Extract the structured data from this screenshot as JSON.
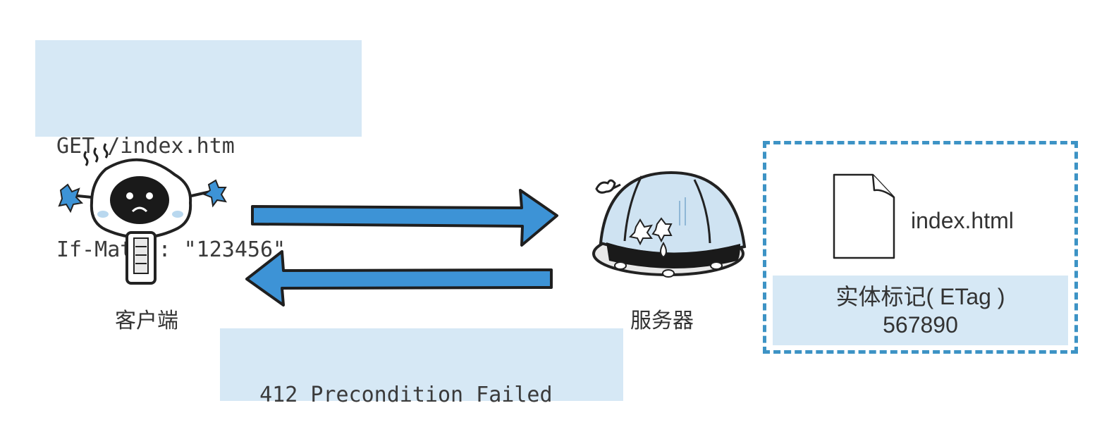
{
  "request": {
    "line1": "GET /index.htm",
    "line2": "If-Match: \"123456\""
  },
  "response": {
    "status": "412 Precondition Failed"
  },
  "client": {
    "label": "客户端"
  },
  "server": {
    "label": "服务器",
    "file_name": "index.html",
    "etag_title": "实体标记( ETag )",
    "etag_value": "567890"
  },
  "colors": {
    "box_fill": "#d6e8f5",
    "arrow": "#3d93d6",
    "dashed_border": "#3d93c5"
  }
}
